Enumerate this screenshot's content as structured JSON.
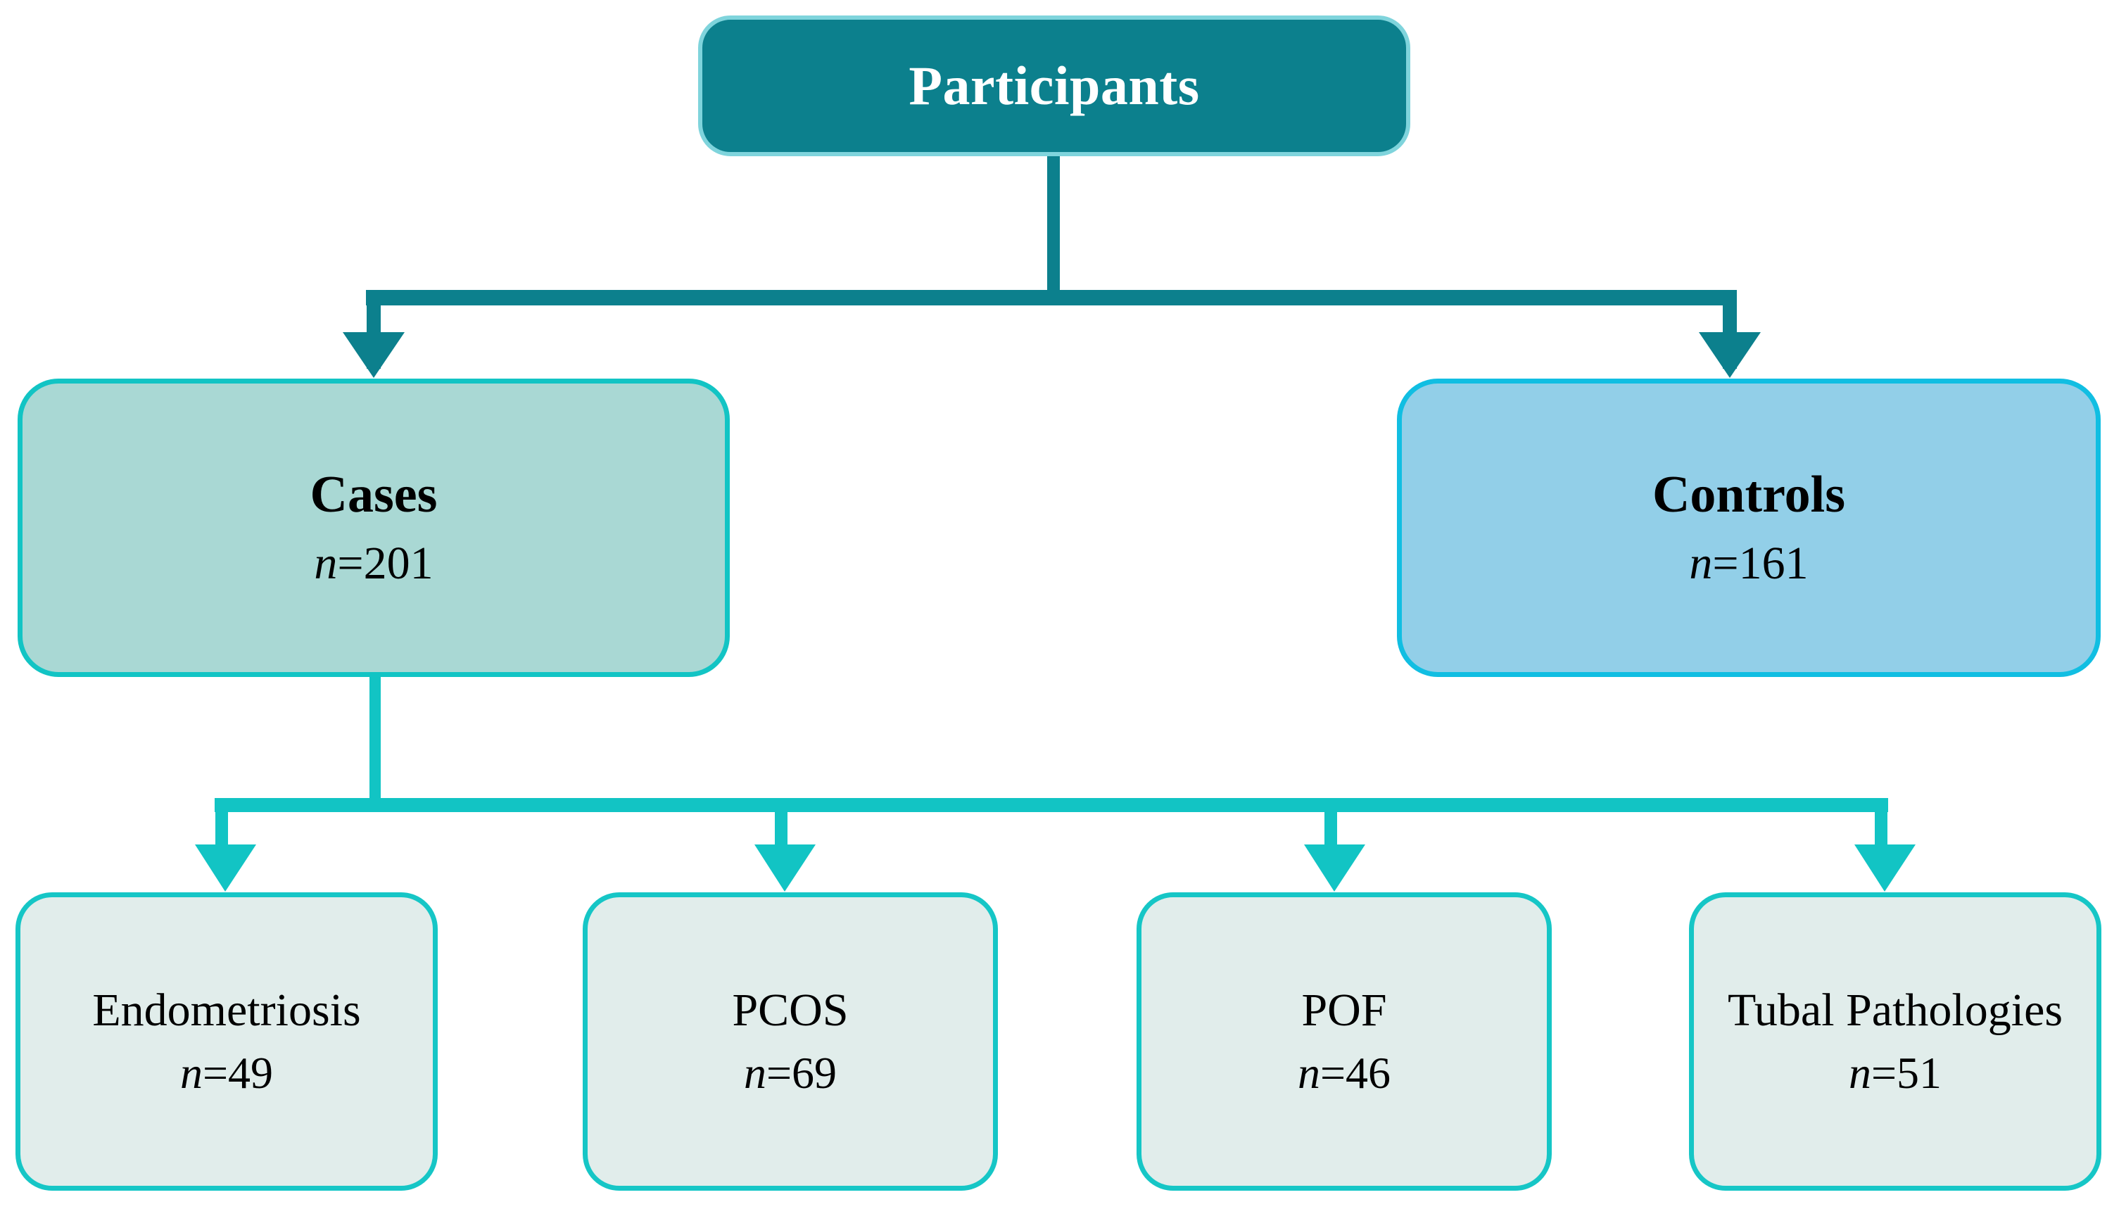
{
  "diagram": {
    "type": "flowchart",
    "title": "Participants study flow",
    "colors": {
      "root_fill": "#0C808D",
      "root_border": "#7FD4DC",
      "root_text": "#FFFFFF",
      "cases_fill": "#A9D8D4",
      "cases_border": "#12C4C4",
      "controls_fill": "#92CFE8",
      "controls_border": "#11BEE2",
      "leaf_fill": "#E1EDEB",
      "leaf_border": "#16C6C6",
      "connector_top": "#0C808D",
      "connector_bottom": "#12C4C4",
      "text": "#000000",
      "background": "#FFFFFF"
    },
    "root": {
      "label": "Participants"
    },
    "groups": [
      {
        "id": "cases",
        "label": "Cases",
        "count_prefix": "n",
        "count_sep": "=",
        "count_value": "201"
      },
      {
        "id": "controls",
        "label": "Controls",
        "count_prefix": "n",
        "count_sep": "=",
        "count_value": "161"
      }
    ],
    "subgroups": [
      {
        "id": "endometriosis",
        "label": "Endometriosis",
        "count_prefix": "n",
        "count_sep": "=",
        "count_value": "49"
      },
      {
        "id": "pcos",
        "label": "PCOS",
        "count_prefix": "n",
        "count_sep": "=",
        "count_value": "69"
      },
      {
        "id": "pof",
        "label": "POF",
        "count_prefix": "n",
        "count_sep": "=",
        "count_value": "46"
      },
      {
        "id": "tubal-pathologies",
        "label": "Tubal Pathologies",
        "count_prefix": "n",
        "count_sep": "=",
        "count_value": "51"
      }
    ]
  }
}
